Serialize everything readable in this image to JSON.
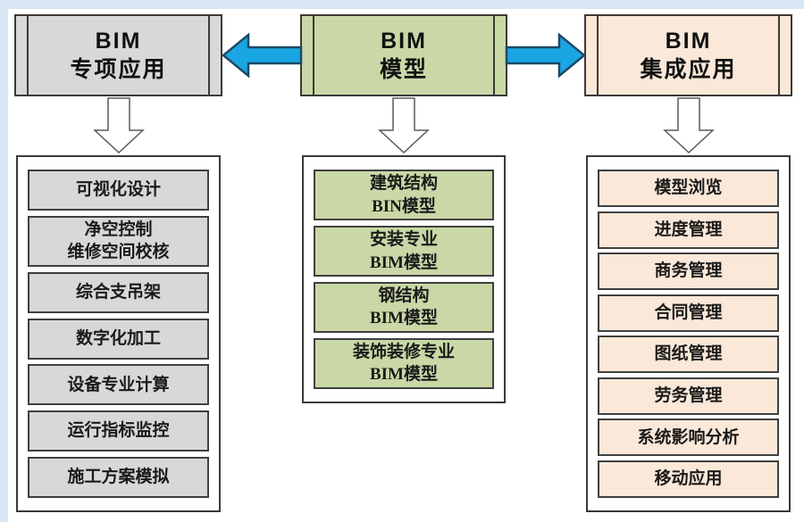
{
  "diagram": {
    "title": "BIM model application diagram",
    "columns": [
      {
        "id": "bim-special-applications",
        "header": "BIM\n专项应用",
        "fill": "#d8d8d8",
        "items": [
          "可视化设计",
          "净空控制\n维修空间校核",
          "综合支吊架",
          "数字化加工",
          "设备专业计算",
          "运行指标监控",
          "施工方案模拟"
        ]
      },
      {
        "id": "bim-model",
        "header": "BIM\n模型",
        "fill": "#c9d8a6",
        "items": [
          "建筑结构\nBIN模型",
          "安装专业\nBIM模型",
          "钢结构\nBIM模型",
          "装饰装修专业\nBIM模型"
        ]
      },
      {
        "id": "bim-integrated-applications",
        "header": "BIM\n集成应用",
        "fill": "#fbe8d9",
        "items": [
          "模型浏览",
          "进度管理",
          "商务管理",
          "合同管理",
          "图纸管理",
          "劳务管理",
          "系统影响分析",
          "移动应用"
        ]
      }
    ],
    "icons": {
      "flow_left": "arrow-left-icon",
      "flow_right": "arrow-right-icon",
      "column_down": "arrow-down-icon"
    },
    "colors": {
      "flow_arrow_fill": "#1aa6e2",
      "flow_arrow_stroke": "#1c4966",
      "down_arrow_fill": "#ffffff",
      "down_arrow_stroke": "#5a5a5a",
      "box_border": "#3a3a3a",
      "gray_fill": "#d8d8d8",
      "green_fill": "#c9d8a6",
      "cream_fill": "#fbe8d9",
      "page_trim": "#d8e7f3",
      "text": "#111111"
    }
  }
}
